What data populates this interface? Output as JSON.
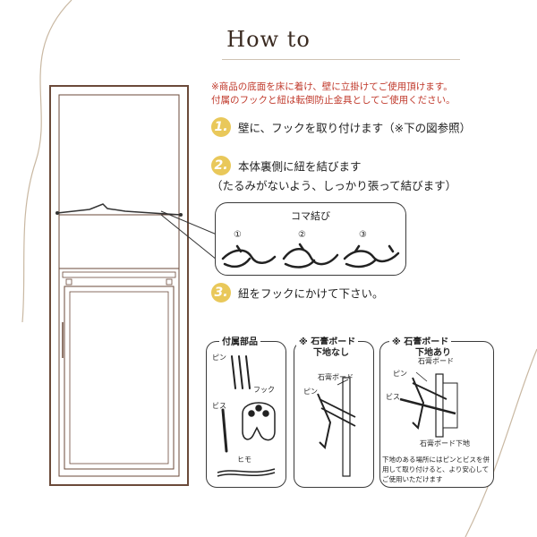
{
  "title": "How to",
  "notice": {
    "line1": "※商品の底面を床に着け、壁に立掛けてご使用頂けます。",
    "line2": "付属のフックと紐は転倒防止金具としてご使用ください。"
  },
  "steps": [
    {
      "num": "1.",
      "text": "壁に、フックを取り付けます（※下の図参照）"
    },
    {
      "num": "2.",
      "text": "本体裏側に紐を結びます",
      "sub": "（たるみがないよう、しっかり張って結びます）"
    },
    {
      "num": "3.",
      "text": "紐をフックにかけて下さい。"
    }
  ],
  "knot": {
    "title": "コマ結び",
    "nums": [
      "①",
      "②",
      "③"
    ]
  },
  "parts": {
    "heading": "付属部品",
    "pin": "ピン",
    "hook": "フック",
    "screw": "ビス",
    "string": "ヒモ"
  },
  "no_board": {
    "mark": "※",
    "heading1": "石膏ボード",
    "heading2": "下地なし",
    "board_label": "石膏ボード",
    "pin": "ピン"
  },
  "with_board": {
    "mark": "※",
    "heading1": "石膏ボード",
    "heading2": "下地あり",
    "pin": "ピン",
    "board_label": "石膏ボード",
    "screw": "ビス",
    "base_label": "石膏ボード下地",
    "note": "下地のある場所にはピンとビスを併用して取り付けると、より安心してご使用いただけます"
  },
  "colors": {
    "accent": "#e9c85a",
    "notice": "#c0392b",
    "frame": "#6b4a3a",
    "curve": "#b9a894"
  }
}
